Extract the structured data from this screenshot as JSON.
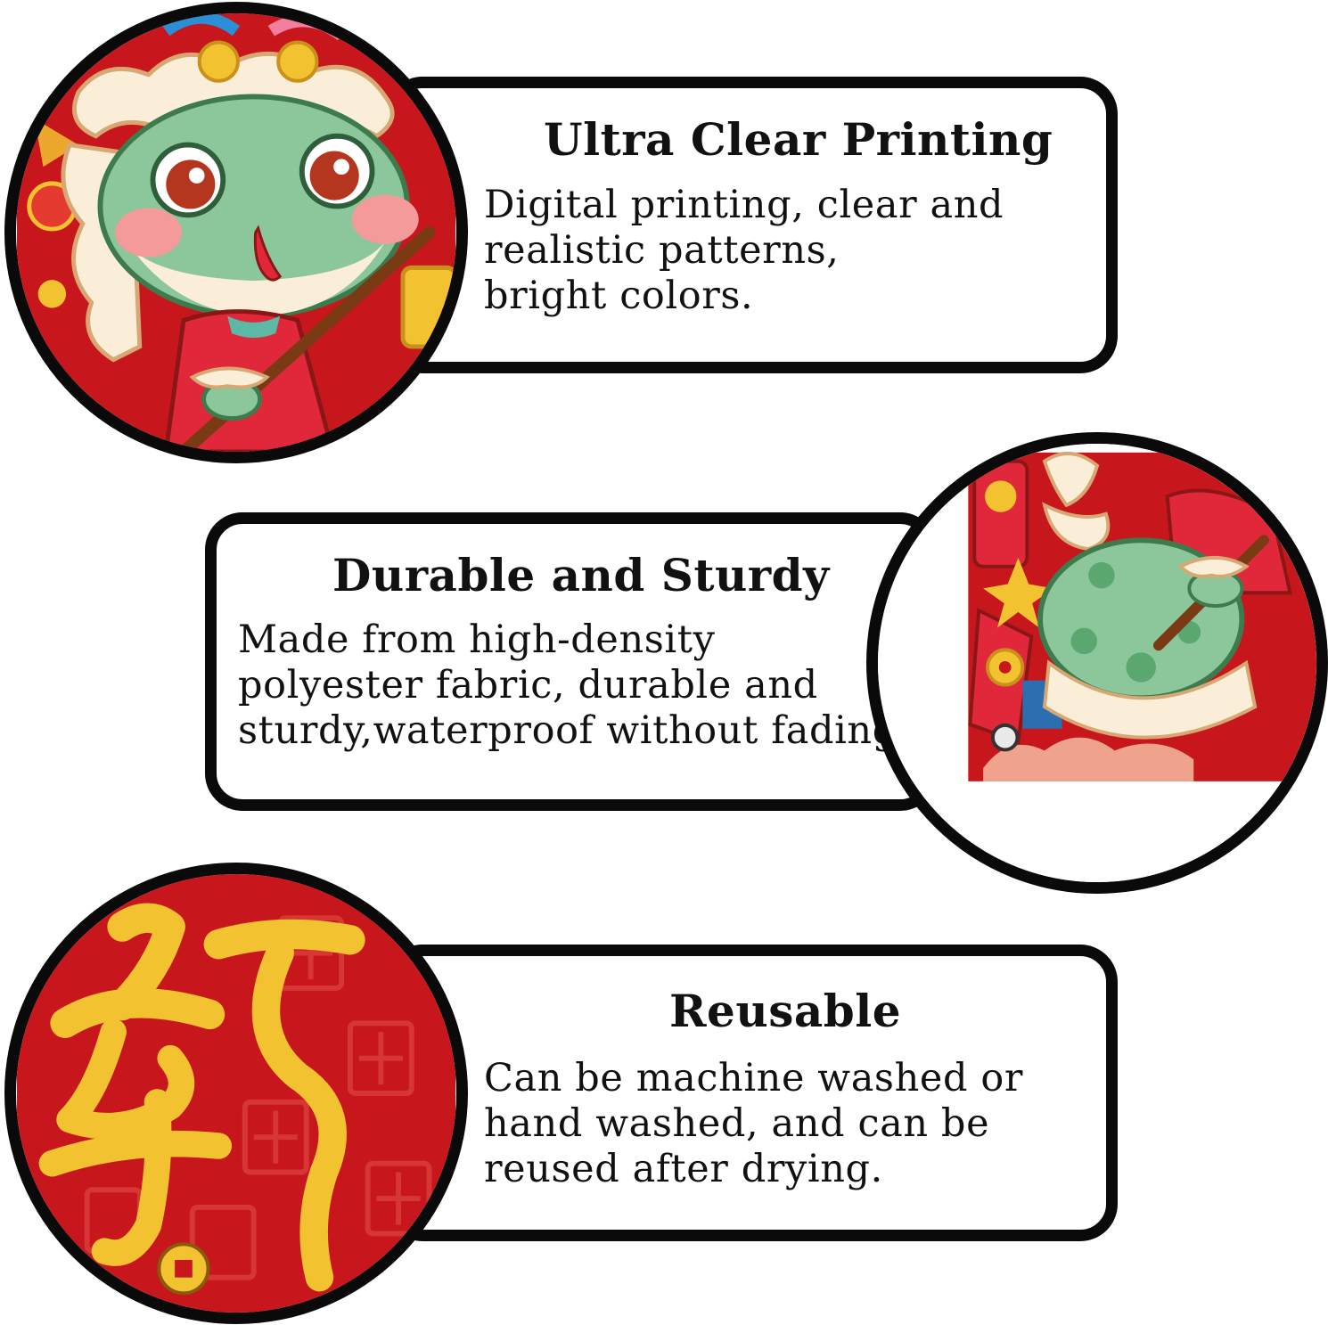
{
  "features": [
    {
      "title": "Ultra Clear Printing",
      "lines": [
        "Digital printing, clear and",
        "realistic patterns,",
        "bright colors."
      ]
    },
    {
      "title": "Durable and Sturdy",
      "lines": [
        "Made from high-density",
        "polyester fabric, durable and",
        "sturdy,waterproof without fading."
      ]
    },
    {
      "title": "Reusable",
      "lines": [
        "Can be machine washed or",
        "hand washed, and can be",
        "reused after drying."
      ]
    }
  ],
  "images": [
    {
      "icon": "snake-mascot-closeup-icon"
    },
    {
      "icon": "drum-detail-closeup-icon"
    },
    {
      "icon": "calligraphy-character-closeup-icon"
    }
  ],
  "colors": {
    "border": "#0a0a0a",
    "festive_red": "#c8161d",
    "gold": "#f2c230",
    "mint_green": "#8cc79b",
    "cream": "#fbeed8"
  }
}
